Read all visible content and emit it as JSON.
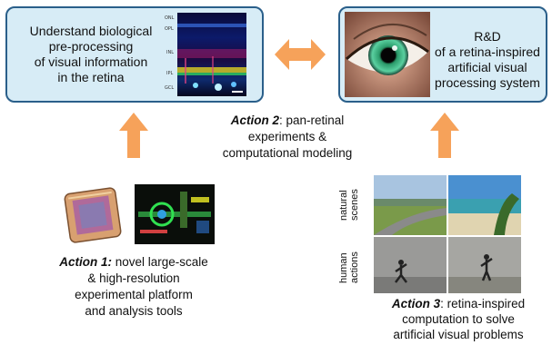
{
  "box_left": {
    "lines": [
      "Understand biological",
      "pre-processing",
      "of visual information",
      "in the retina"
    ]
  },
  "retina_layers": [
    "ONL",
    "OPL",
    "INL",
    "IPL",
    "GCL"
  ],
  "box_right": {
    "lines": [
      "R&D",
      "of a retina-inspired",
      "artificial visual",
      "processing system"
    ]
  },
  "action2": {
    "title": "Action 2",
    "lines": [
      ": pan-retinal",
      "experiments &",
      "computational modeling"
    ]
  },
  "action1": {
    "title": "Action 1:",
    "lines": [
      " novel large-scale",
      "& high-resolution",
      "experimental platform",
      "and analysis tools"
    ]
  },
  "action3": {
    "title": "Action 3",
    "lines": [
      ": retina-inspired",
      "computation  to solve",
      "artificial visual problems"
    ]
  },
  "photo_labels": {
    "natural": [
      "natural",
      "scenes"
    ],
    "human": [
      "human",
      "actions"
    ]
  },
  "colors": {
    "box_fill": "#d7ecf6",
    "box_border": "#2a5f8a",
    "arrow": "#f6a25a"
  }
}
